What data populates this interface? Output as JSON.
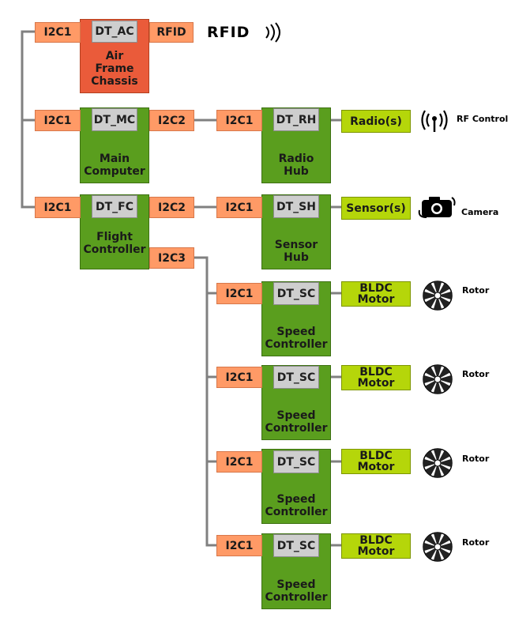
{
  "ports": {
    "i2c1": "I2C1",
    "i2c2": "I2C2",
    "i2c3": "I2C3",
    "rfid": "RFID"
  },
  "boards": {
    "airframe": {
      "dt": "DT_AC",
      "name": "Air\nFrame\nChassis",
      "color": "#ea5b3a"
    },
    "main": {
      "dt": "DT_MC",
      "name": "Main\nComputer"
    },
    "flight": {
      "dt": "DT_FC",
      "name": "Flight\nController"
    },
    "radio_hub": {
      "dt": "DT_RH",
      "name": "Radio\nHub"
    },
    "sensor_hub": {
      "dt": "DT_SH",
      "name": "Sensor\nHub"
    },
    "speed": {
      "dt": "DT_SC",
      "name": "Speed\nController"
    }
  },
  "peripherals": {
    "radios": "Radio(s)",
    "sensors": "Sensor(s)",
    "motor": "BLDC\nMotor"
  },
  "labels": {
    "rfid_logo": "RFID",
    "rf_control": "RF Control",
    "camera": "Camera",
    "rotor": "Rotor"
  },
  "colors": {
    "board": "#5a9e1e",
    "port": "#ff9a66",
    "dt": "#cecece",
    "peripheral": "#b5d60a",
    "wire": "#808080"
  },
  "icons": [
    "rfid-waves-icon",
    "antenna-icon",
    "camera-rotate-icon",
    "rotor-fan-icon"
  ]
}
